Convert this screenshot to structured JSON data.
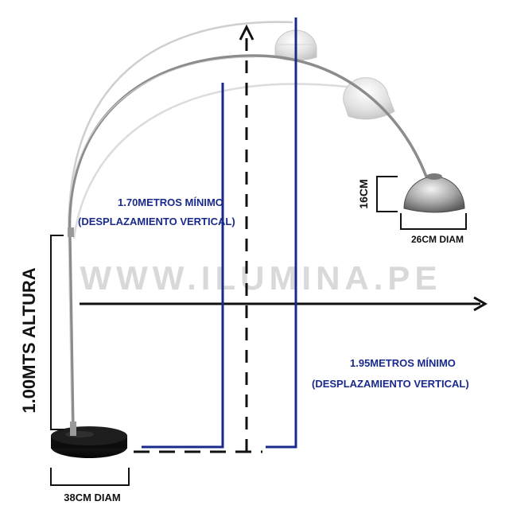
{
  "watermark": "WWW.ILUMINA.PE",
  "labels": {
    "height": "1.00MTS ALTURA",
    "base_diameter": "38CM DIAM",
    "shade_height": "16CM",
    "shade_diameter": "26CM DIAM",
    "min_170_line1": "1.70METROS MÍNIMO",
    "min_170_line2": "(DESPLAZAMIENTO VERTICAL)",
    "min_195_line1": "1.95METROS MÍNIMO",
    "min_195_line2": "(DESPLAZAMIENTO VERTICAL)"
  },
  "colors": {
    "dimension_blue": "#1a2a8c",
    "dimension_black": "#111111",
    "arc_steel": "#8c8c8c",
    "marble_base": "#111111"
  }
}
